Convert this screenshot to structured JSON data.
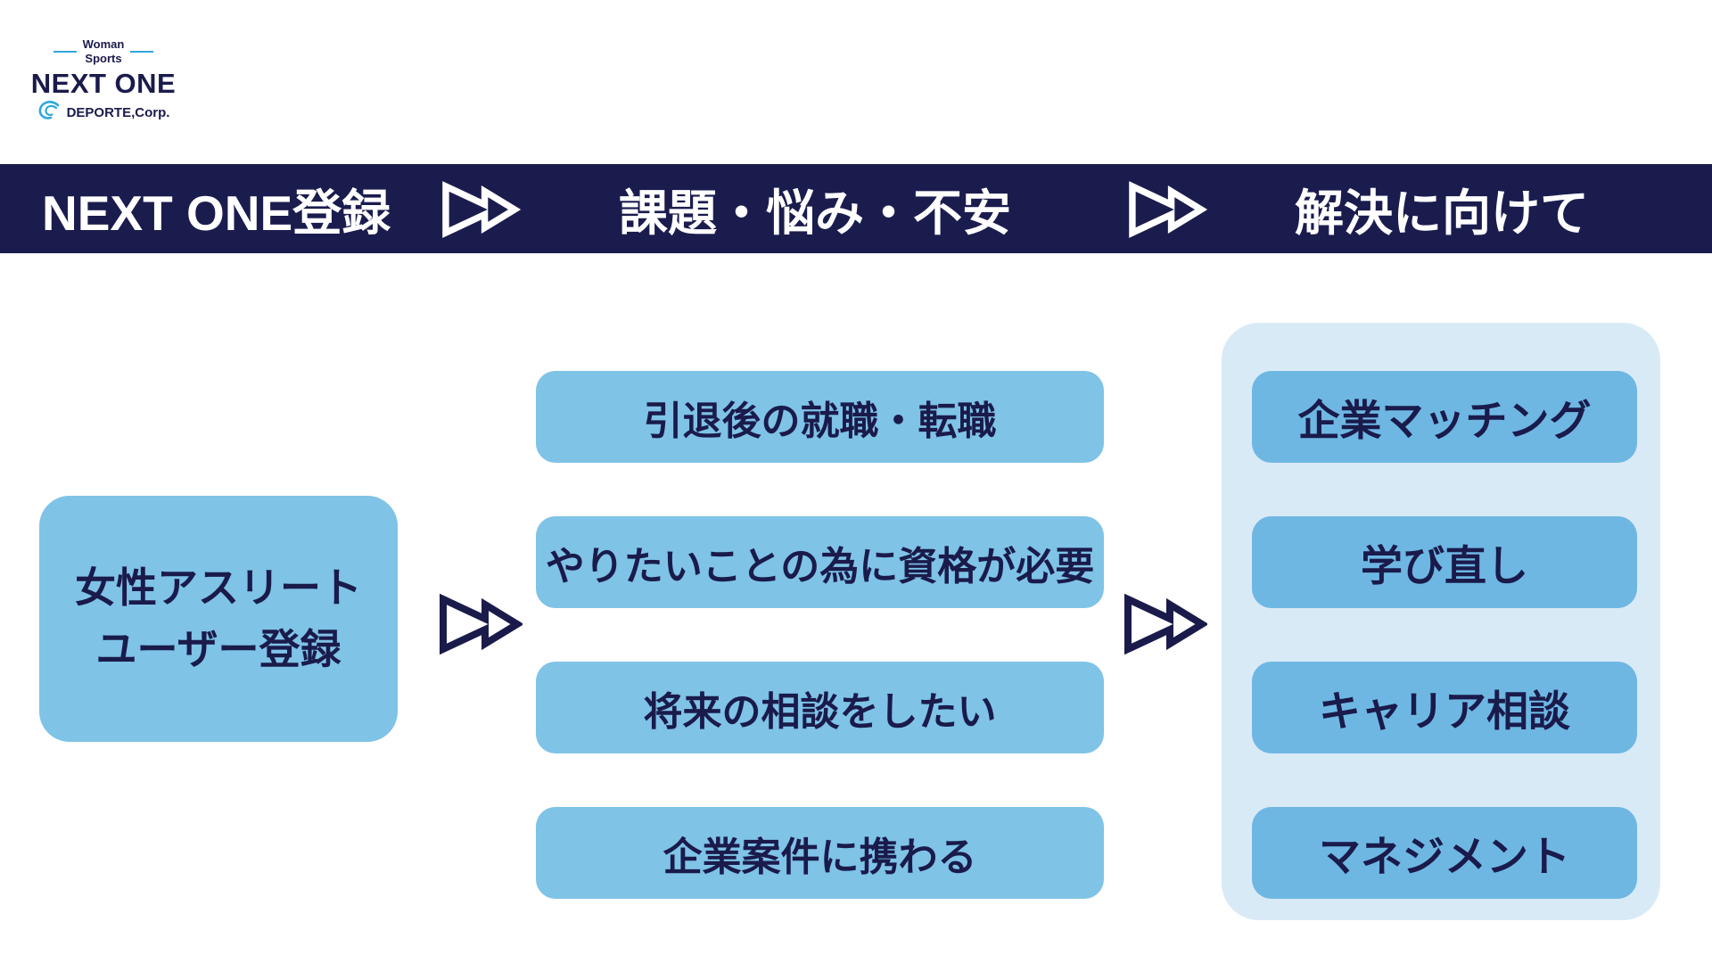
{
  "logo": {
    "woman": "Woman",
    "sports": "Sports",
    "brand": "NEXT ONE",
    "company": "DEPORTE,Corp."
  },
  "header": {
    "stages": [
      {
        "label": "NEXT ONE登録"
      },
      {
        "label": "課題・悩み・不安"
      },
      {
        "label": "解決に向けて"
      }
    ]
  },
  "flow": {
    "user_box": {
      "line1": "女性アスリート",
      "line2": "ユーザー登録"
    },
    "issues": [
      "引退後の就職・転職",
      "やりたいことの為に資格が必要",
      "将来の相談をしたい",
      "企業案件に携わる"
    ],
    "solutions": [
      "企業マッチング",
      "学び直し",
      "キャリア相談",
      "マネジメント"
    ]
  },
  "colors": {
    "navy": "#1b1c4e",
    "text_navy": "#1a1b4b",
    "box_blue": "#7fc3e7",
    "solution_blue": "#6eb7e3",
    "panel_blue": "#d9eaf7",
    "logo_blue": "#2fa8dc",
    "background": "#ffffff"
  }
}
